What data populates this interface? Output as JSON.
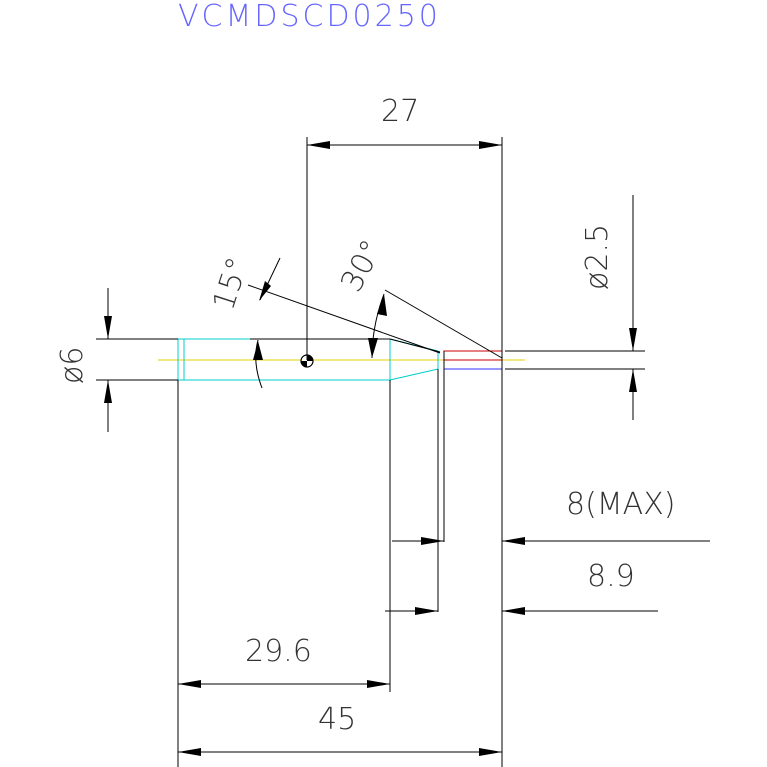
{
  "title": "VCMDSCD0250",
  "dimensions": {
    "shank_diameter": "ø6",
    "point_diameter": "ø2.5",
    "top_length": "27",
    "angle_15": "15°",
    "angle_30": "30°",
    "max_length": "8(MAX)",
    "tip_length": "8.9",
    "body_length": "29.6",
    "overall_length": "45"
  },
  "colors": {
    "outline": "#000000",
    "body": "#00cccc",
    "center_line": "#e6d200",
    "tip_box": "#cc0000",
    "tip_box_inner": "#3333ff",
    "title": "#6666ff",
    "background": "#ffffff"
  }
}
